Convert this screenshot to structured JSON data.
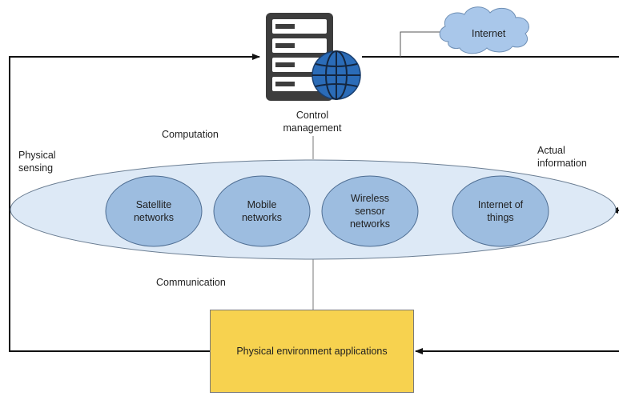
{
  "nodes": {
    "server": {
      "label_line1": "Control",
      "label_line2": "management",
      "icon": "server-globe-icon"
    },
    "cloud": {
      "label": "Internet",
      "icon": "cloud-icon"
    },
    "ellipse_items": [
      {
        "line1": "Satellite",
        "line2": "networks",
        "line3": ""
      },
      {
        "line1": "Mobile",
        "line2": "networks",
        "line3": ""
      },
      {
        "line1": "Wireless",
        "line2": "sensor",
        "line3": "networks"
      },
      {
        "line1": "Internet of",
        "line2": "things",
        "line3": ""
      }
    ],
    "app_box": {
      "label": "Physical environment applications"
    }
  },
  "labels": {
    "computation": "Computation",
    "communication": "Communication",
    "physical_sensing_1": "Physical",
    "physical_sensing_2": "sensing",
    "actual_information_1": "Actual",
    "actual_information_2": "information"
  },
  "colors": {
    "ellipse_fill": "#dde9f6",
    "circle_fill": "#9dbde0",
    "cloud_fill": "#a9c7ea",
    "box_fill": "#f7d24f",
    "server_dark": "#3d3d3d",
    "globe": "#2b6cb8"
  }
}
